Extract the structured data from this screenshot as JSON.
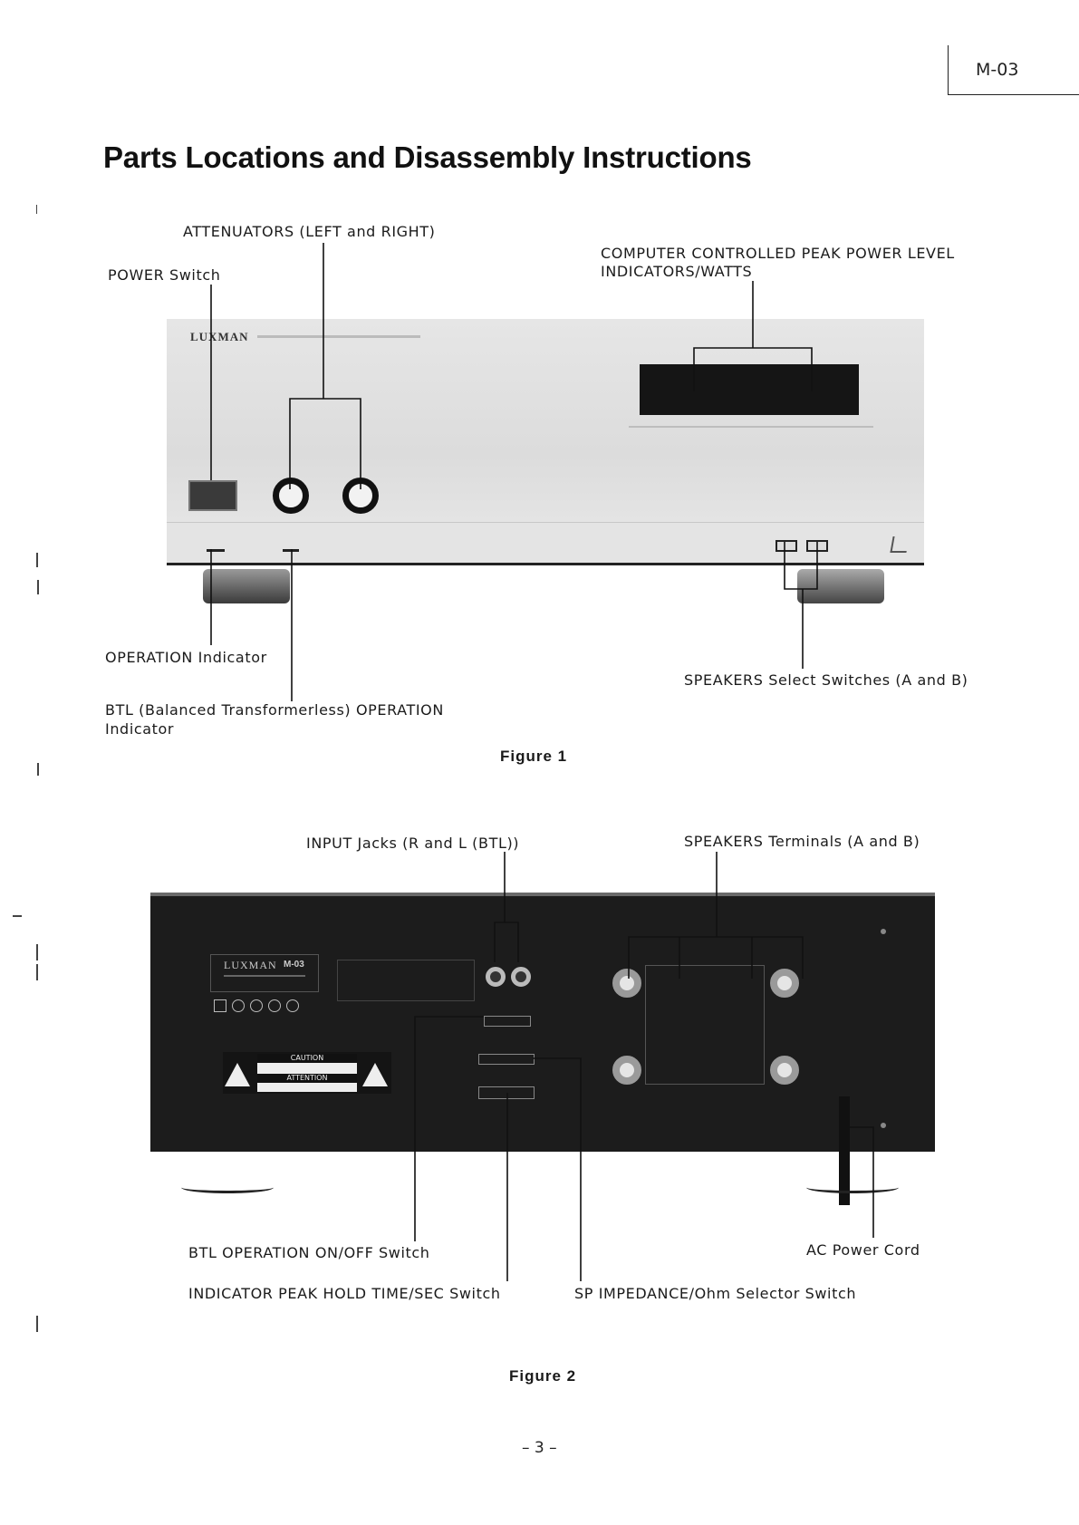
{
  "header": {
    "model_code": "M-03"
  },
  "page": {
    "title": "Parts Locations and Disassembly Instructions",
    "page_number": "– 3 –"
  },
  "figure1": {
    "caption": "Figure 1",
    "brand_logo": "LUXMAN",
    "labels": {
      "attenuators": "ATTENUATORS (LEFT and RIGHT)",
      "power_switch": "POWER Switch",
      "peak_indicators_line1": "COMPUTER CONTROLLED PEAK POWER LEVEL",
      "peak_indicators_line2": "INDICATORS∕WATTS",
      "operation_indicator": "OPERATION Indicator",
      "speakers_select": "SPEAKERS Select Switches (A and B)",
      "btl_indicator_line1": "BTL (Balanced Transformerless) OPERATION",
      "btl_indicator_line2": "Indicator"
    }
  },
  "figure2": {
    "caption": "Figure 2",
    "brand_logo": "LUXMAN",
    "model_badge": "M-03",
    "warning": {
      "caution": "CAUTION",
      "attention": "ATTENTION"
    },
    "labels": {
      "input_jacks": "INPUT Jacks (R and L (BTL))",
      "speakers_terminals": "SPEAKERS Terminals (A and B)",
      "btl_switch": "BTL OPERATION ON∕OFF Switch",
      "ac_cord": "AC Power Cord",
      "peak_hold": "INDICATOR PEAK HOLD TIME∕SEC Switch",
      "sp_impedance": "SP IMPEDANCE∕Ohm Selector Switch"
    }
  }
}
